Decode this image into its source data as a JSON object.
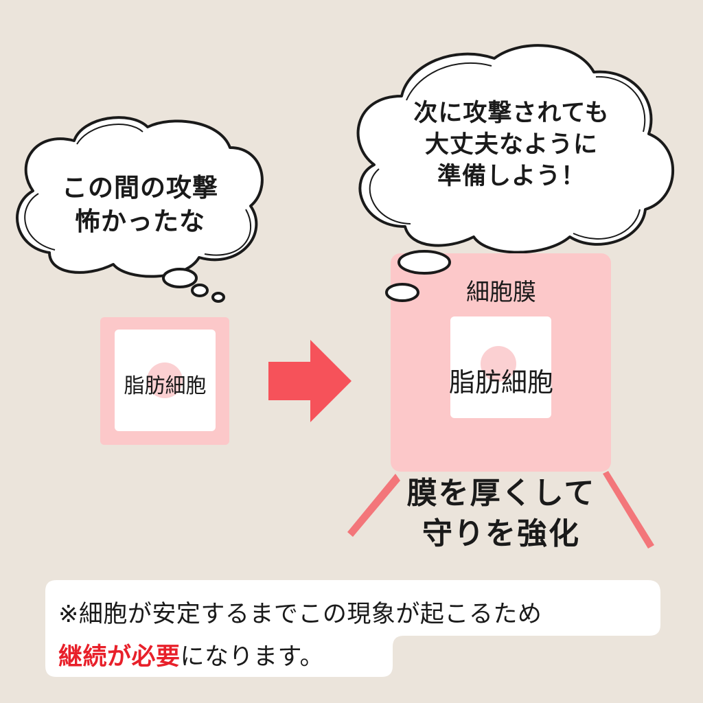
{
  "left_bubble": {
    "lines": [
      "この間の攻撃",
      "怖かったな"
    ]
  },
  "right_bubble": {
    "lines": [
      "次に攻撃されても",
      "大丈夫なように",
      "準備しよう！"
    ]
  },
  "left_cell": {
    "label": "脂肪細胞"
  },
  "right_cell": {
    "membrane_label": "細胞膜",
    "label": "脂肪細胞"
  },
  "caption": {
    "lines": [
      "膜を厚くして",
      "守りを強化"
    ]
  },
  "note": {
    "line1": "※細胞が安定するまでこの現象が起こるため",
    "line2_highlight": "継続が必要",
    "line2_rest": "になります。"
  },
  "colors": {
    "background": "#ebe4db",
    "membrane": "#fcc8c9",
    "nucleus": "#fbd0d2",
    "arrow": "#f6525a",
    "highlight": "#e8202a"
  },
  "icons": [
    "arrow-right-icon",
    "thought-bubble-left",
    "thought-bubble-right"
  ]
}
